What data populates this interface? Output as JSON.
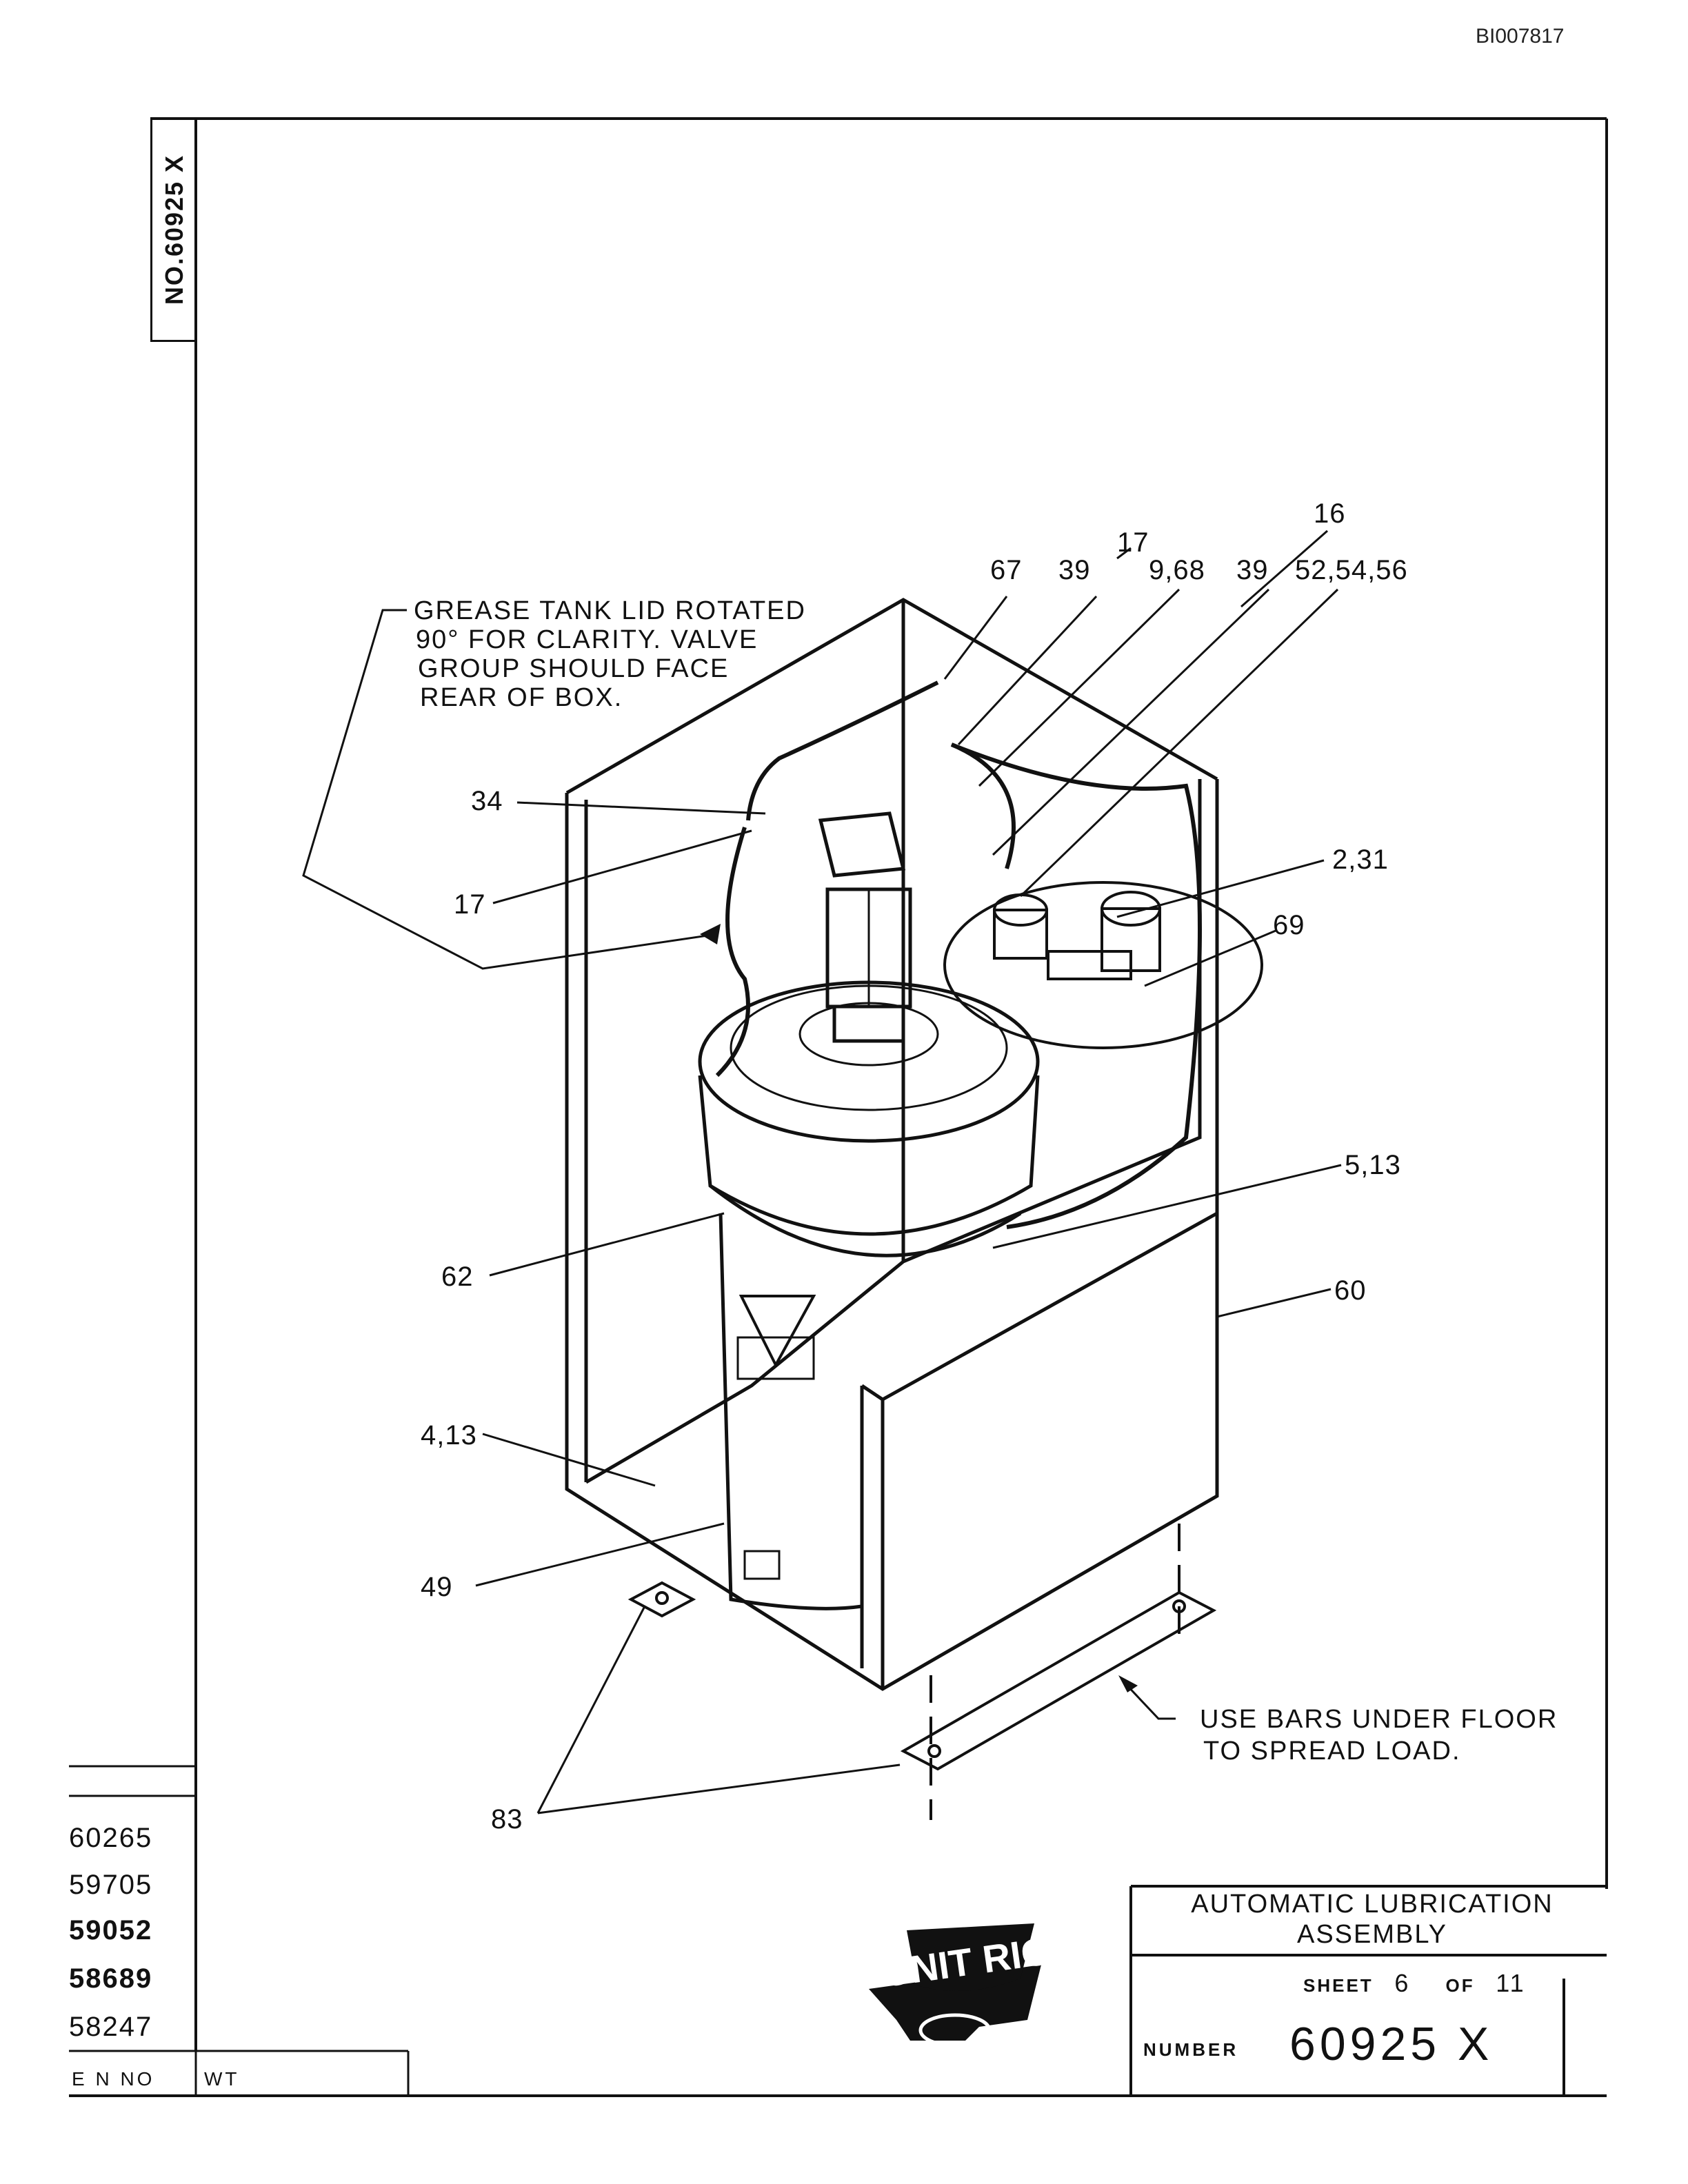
{
  "doc_id": "BI007817",
  "side_number": "NO.60925 X",
  "callouts": {
    "c16": "16",
    "c17_top": "17",
    "c67": "67",
    "c39a": "39",
    "c9_68": "9,68",
    "c39b": "39",
    "c52": "52,54,56",
    "c34": "34",
    "c17": "17",
    "c2_31": "2,31",
    "c69": "69",
    "c5_13": "5,13",
    "c62": "62",
    "c60": "60",
    "c4_13": "4,13",
    "c49": "49",
    "c83": "83"
  },
  "notes": {
    "grease": [
      "GREASE TANK LID ROTATED",
      "90° FOR CLARITY. VALVE",
      "GROUP SHOULD FACE",
      "REAR OF BOX."
    ],
    "bars": [
      "USE BARS UNDER FLOOR",
      "TO SPREAD LOAD."
    ]
  },
  "title_block": {
    "title_line1": "AUTOMATIC LUBRICATION",
    "title_line2": "ASSEMBLY",
    "sheet_label": "SHEET",
    "sheet_no": "6",
    "of_label": "OF",
    "sheet_total": "11",
    "number_label": "NUMBER",
    "number": "60925 X"
  },
  "revisions": [
    "60265",
    "59705",
    "59052",
    "58689",
    "58247"
  ],
  "footer": {
    "en_no": "E N NO",
    "wt": "WT"
  },
  "logo_text": "UNIT RIG"
}
